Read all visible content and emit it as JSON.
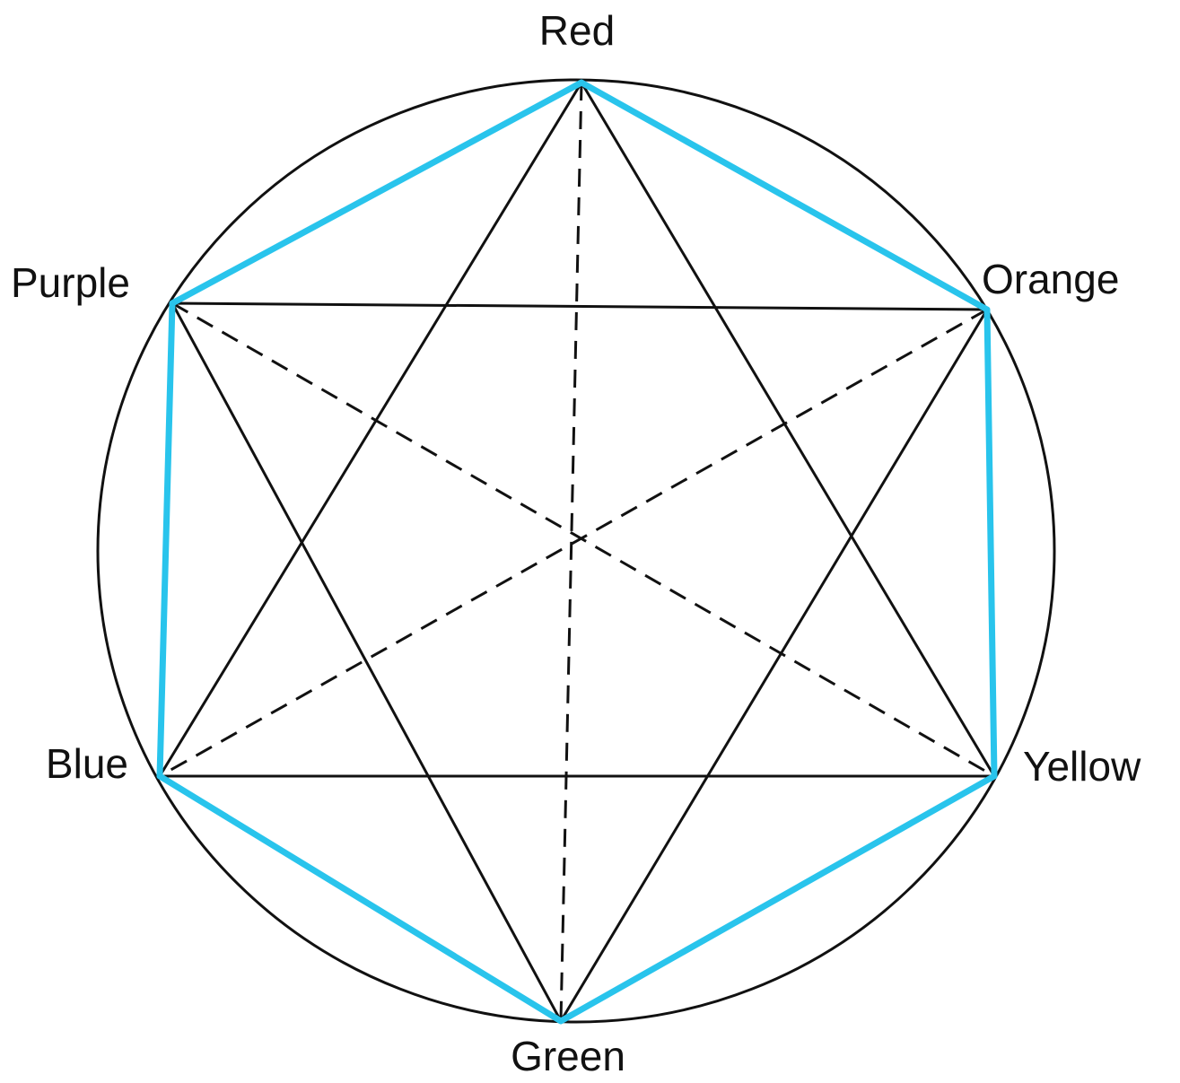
{
  "diagram": {
    "labels": {
      "red": "Red",
      "orange": "Orange",
      "yellow": "Yellow",
      "green": "Green",
      "blue": "Blue",
      "purple": "Purple"
    },
    "colors": {
      "hexagon_edge": "#29c4ec",
      "line": "#111111",
      "background": "#ffffff"
    }
  }
}
